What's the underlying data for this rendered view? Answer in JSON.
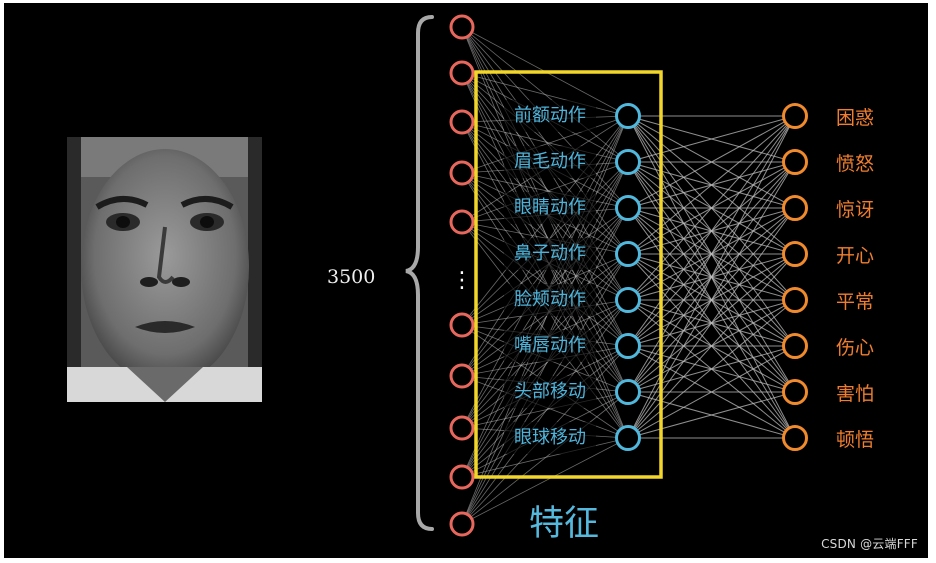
{
  "input_count_label": "3500",
  "feature_title": "特征",
  "feature_labels": [
    "前额动作",
    "眉毛动作",
    "眼睛动作",
    "鼻子动作",
    "脸颊动作",
    "嘴唇动作",
    "头部移动",
    "眼球移动"
  ],
  "output_labels": [
    "困惑",
    "愤怒",
    "惊讶",
    "开心",
    "平常",
    "伤心",
    "害怕",
    "顿悟"
  ],
  "ellipsis": "⋮",
  "watermark": "CSDN @云端FFF",
  "colors": {
    "background": "#000000",
    "input_node": "#e8675c",
    "hidden_node": "#4fb8dc",
    "output_node": "#f08a2c",
    "highlight_box": "#f3d62a",
    "edge": "#bdbdbd",
    "brace": "#a8a8a8"
  }
}
